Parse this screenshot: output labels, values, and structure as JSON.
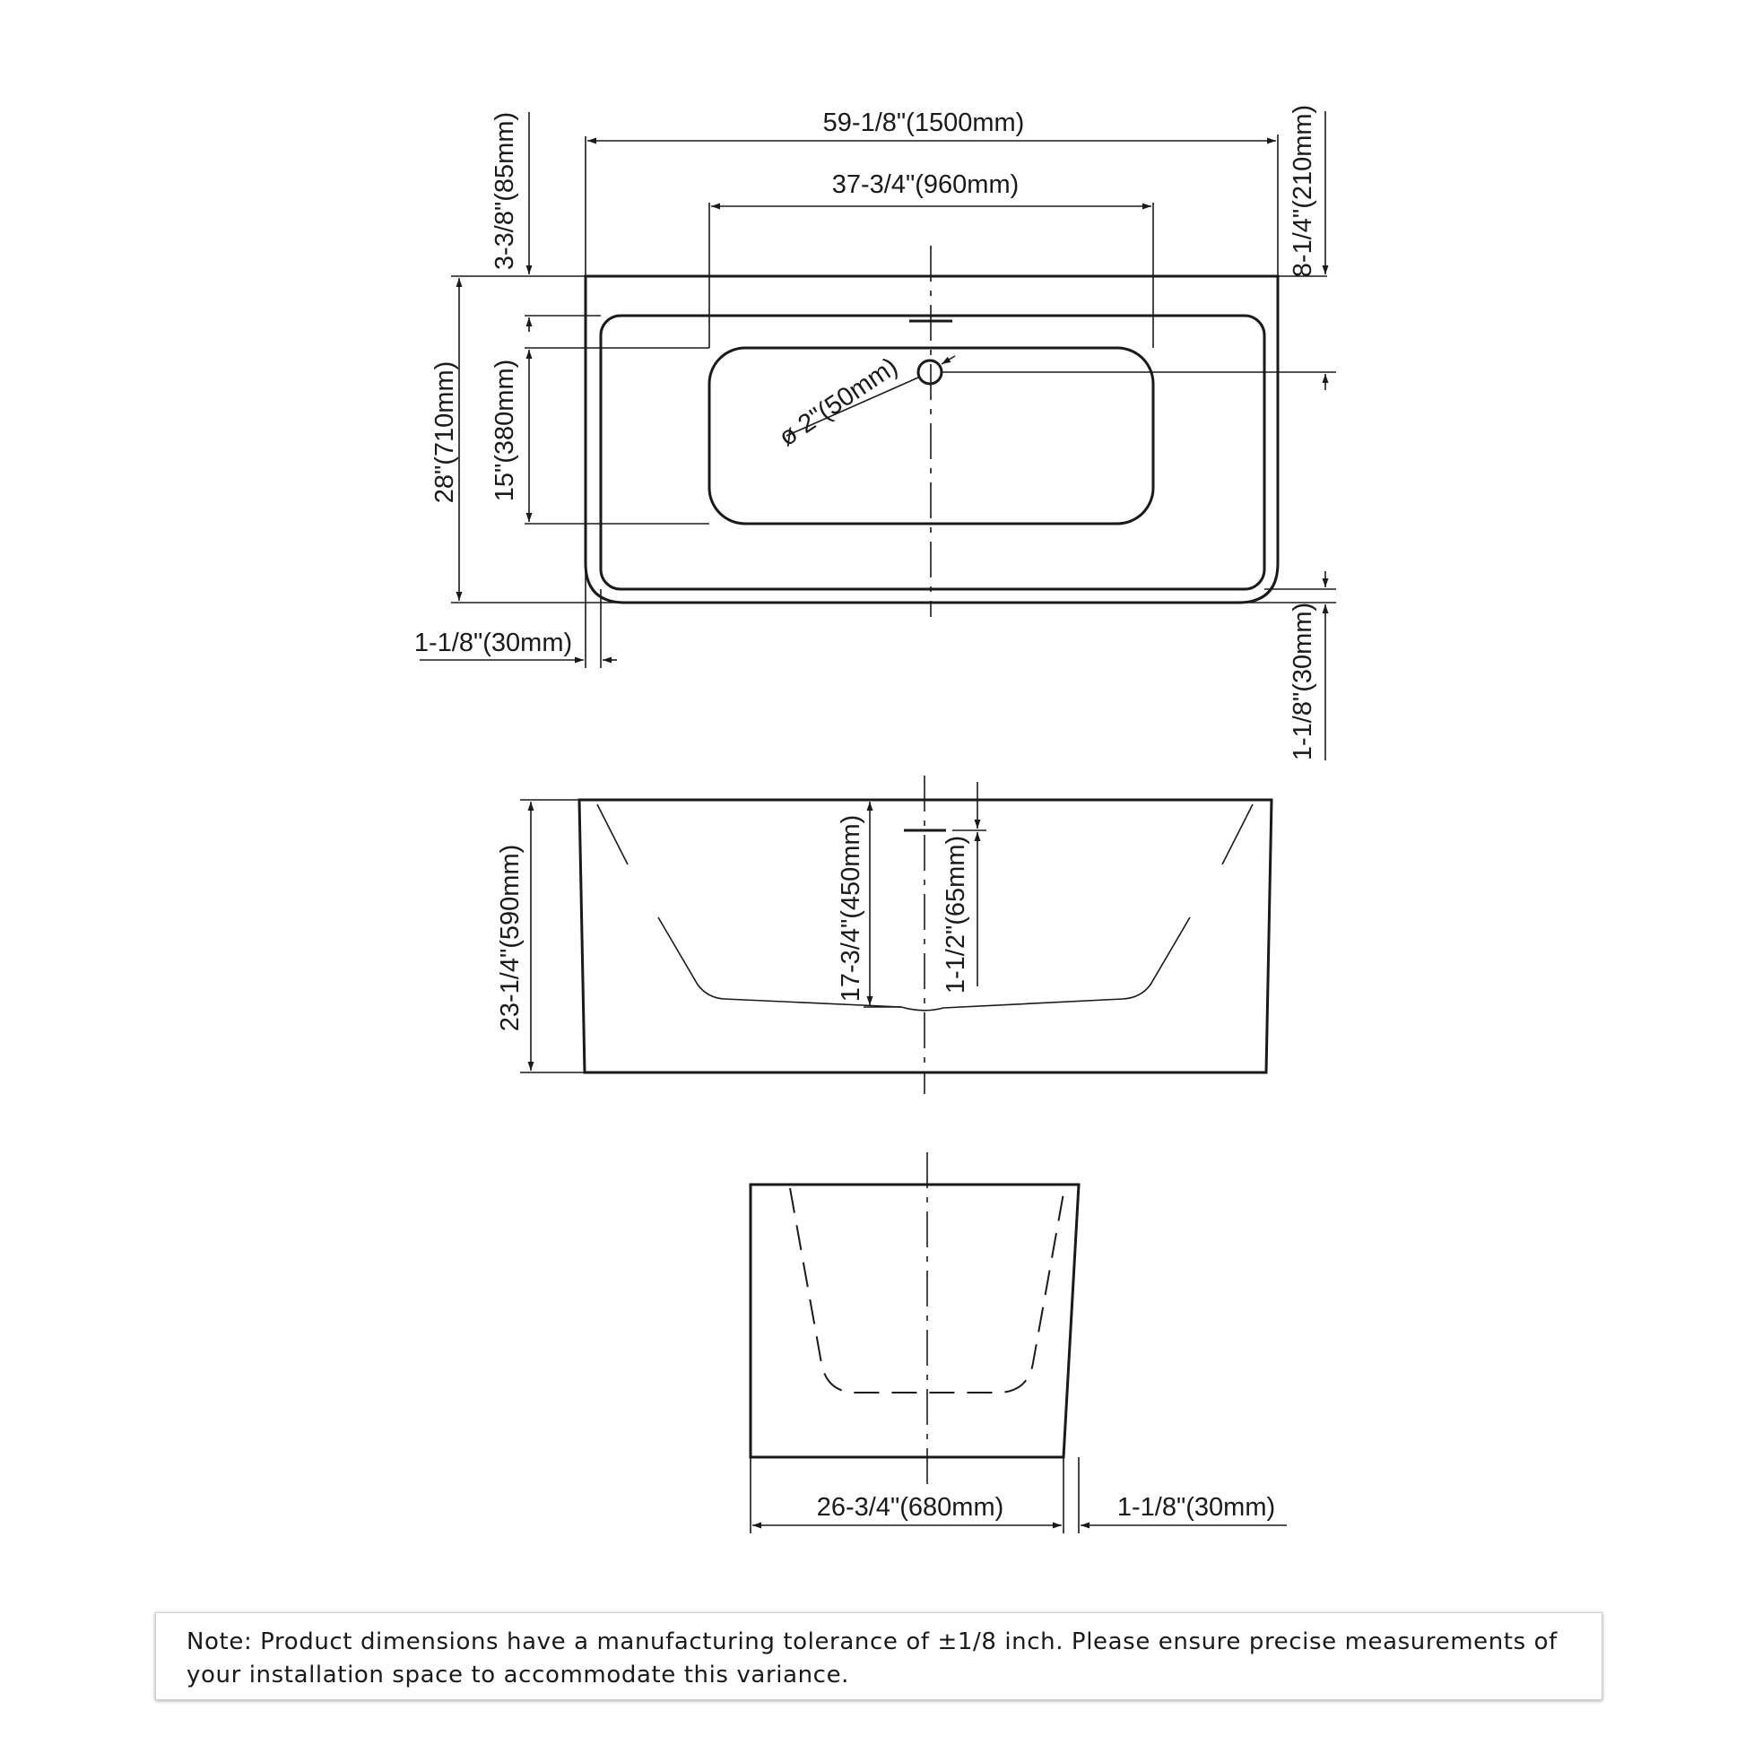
{
  "dimensions": {
    "overall_length": "59-1/8\"(1500mm)",
    "inner_length": "37-3/4\"(960mm)",
    "rim_top": "3-3/8\"(85mm)",
    "drain_offset": "8-1/4\"(210mm)",
    "overall_width": "28\"(710mm)",
    "inner_width": "15\"(380mm)",
    "drain_diameter": "ø 2\"(50mm)",
    "wall_left": "1-1/8\"(30mm)",
    "wall_bottom": "1-1/8\"(30mm)",
    "overall_height": "23-1/4\"(590mm)",
    "inner_depth": "17-3/4\"(450mm)",
    "overflow_depth": "1-1/2\"(65mm)",
    "side_width": "26-3/4\"(680mm)",
    "side_wall": "1-1/8\"(30mm)"
  },
  "note": {
    "line1": "Note: Product dimensions have a manufacturing tolerance of ±1/8 inch. Please ensure precise measurements of",
    "line2": "your installation space to accommodate this variance."
  }
}
